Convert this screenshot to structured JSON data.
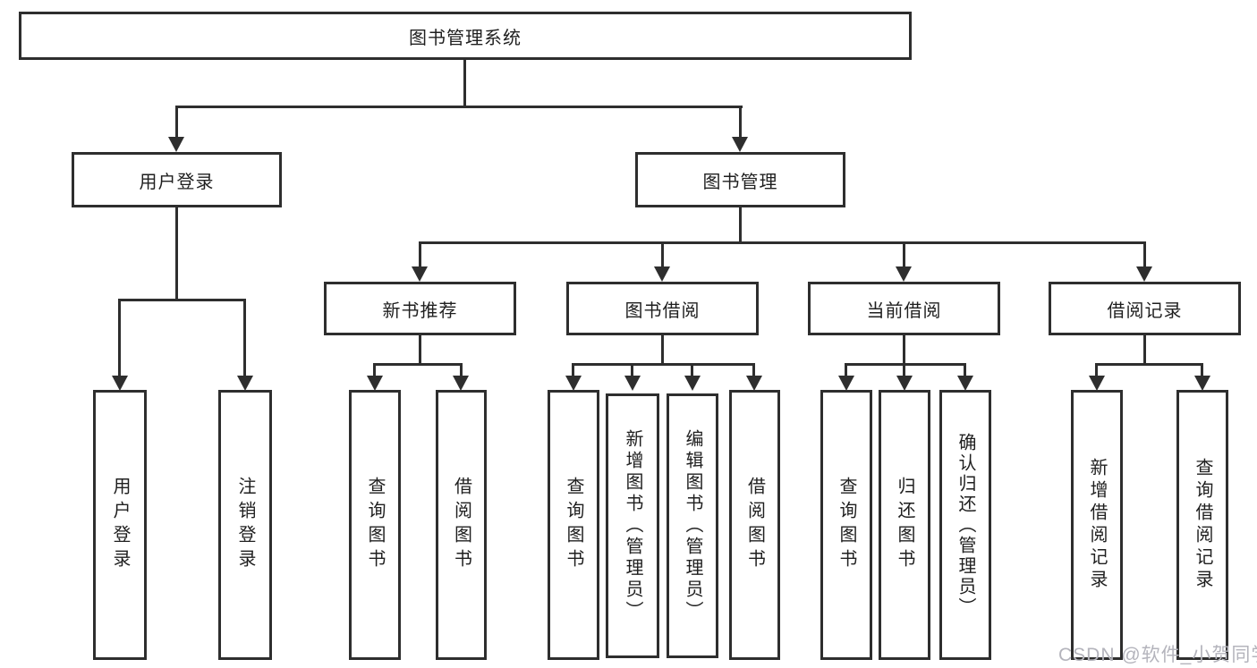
{
  "diagram": {
    "root": {
      "label": "图书管理系统"
    },
    "level2": {
      "user_login": {
        "label": "用户登录"
      },
      "book_management": {
        "label": "图书管理"
      }
    },
    "level3": {
      "new_book_recommend": {
        "label": "新书推荐"
      },
      "book_borrow": {
        "label": "图书借阅"
      },
      "current_borrow": {
        "label": "当前借阅"
      },
      "borrow_records": {
        "label": "借阅记录"
      }
    },
    "leaves": {
      "user_login": {
        "label": "用户登录"
      },
      "logout": {
        "label": "注销登录"
      },
      "nbr_query_books": {
        "label": "查询图书"
      },
      "nbr_borrow_books": {
        "label": "借阅图书"
      },
      "bb_query_books": {
        "label": "查询图书"
      },
      "bb_add_books": {
        "label": "新增图书（管理员）"
      },
      "bb_edit_books": {
        "label": "编辑图书（管理员）"
      },
      "bb_borrow_books": {
        "label": "借阅图书"
      },
      "cb_query_books": {
        "label": "查询图书"
      },
      "cb_return_books": {
        "label": "归还图书"
      },
      "cb_confirm_return": {
        "label": "确认归还（管理员）"
      },
      "br_add_record": {
        "label": "新增借阅记录"
      },
      "br_query_record": {
        "label": "查询借阅记录"
      }
    },
    "watermark": "CSDN @软件_小贺同学",
    "colors": {
      "line": "#2e2e2e",
      "text": "#1f1f1f",
      "watermark": "#b4b4bc",
      "background": "#ffffff"
    }
  }
}
